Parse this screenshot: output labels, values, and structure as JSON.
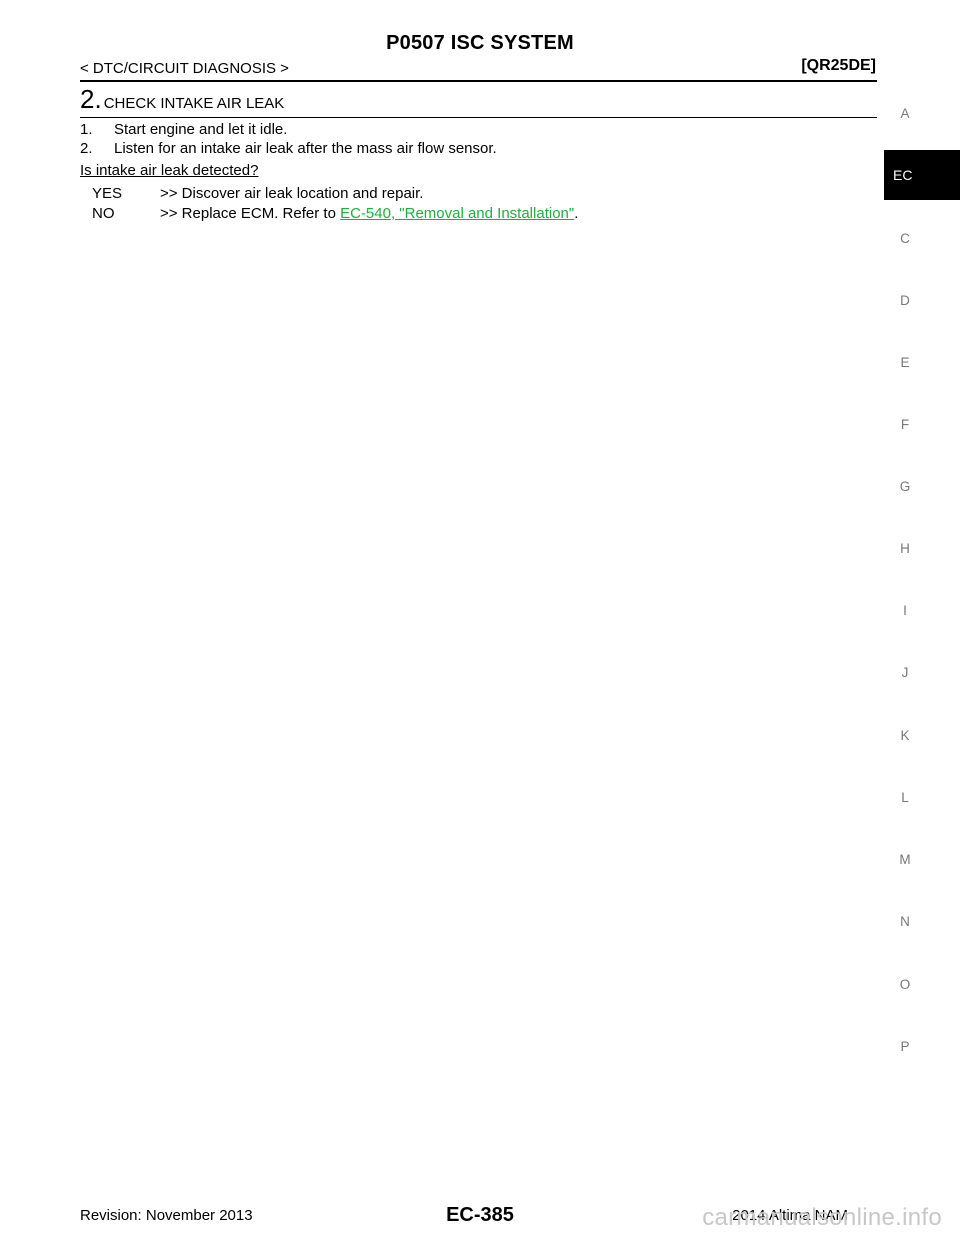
{
  "header": {
    "title": "P0507 ISC SYSTEM",
    "breadcrumb": "< DTC/CIRCUIT DIAGNOSIS >",
    "engine_code": "[QR25DE]"
  },
  "step": {
    "number": "2.",
    "title": "CHECK INTAKE AIR LEAK",
    "items": [
      {
        "num": "1.",
        "text": "Start engine and let it idle."
      },
      {
        "num": "2.",
        "text": "Listen for an intake air leak after the mass air flow sensor."
      }
    ],
    "question": "Is intake air leak detected?",
    "answers": {
      "yes_key": "YES",
      "yes_text": ">> Discover air leak location and repair.",
      "no_key": "NO",
      "no_text": ">> Replace ECM. Refer to ",
      "no_link": "EC-540, \"Removal and Installation\"",
      "no_end": "."
    }
  },
  "side_index": {
    "active": "EC",
    "letters": [
      "A",
      "C",
      "D",
      "E",
      "F",
      "G",
      "H",
      "I",
      "J",
      "K",
      "L",
      "M",
      "N",
      "O",
      "P"
    ]
  },
  "footer": {
    "revision": "Revision: November 2013",
    "page": "EC-385",
    "model": "2014 Altima NAM",
    "watermark": "carmanualsonline.info"
  },
  "colors": {
    "link": "#1fae3f",
    "index_active_bg": "#000000"
  }
}
